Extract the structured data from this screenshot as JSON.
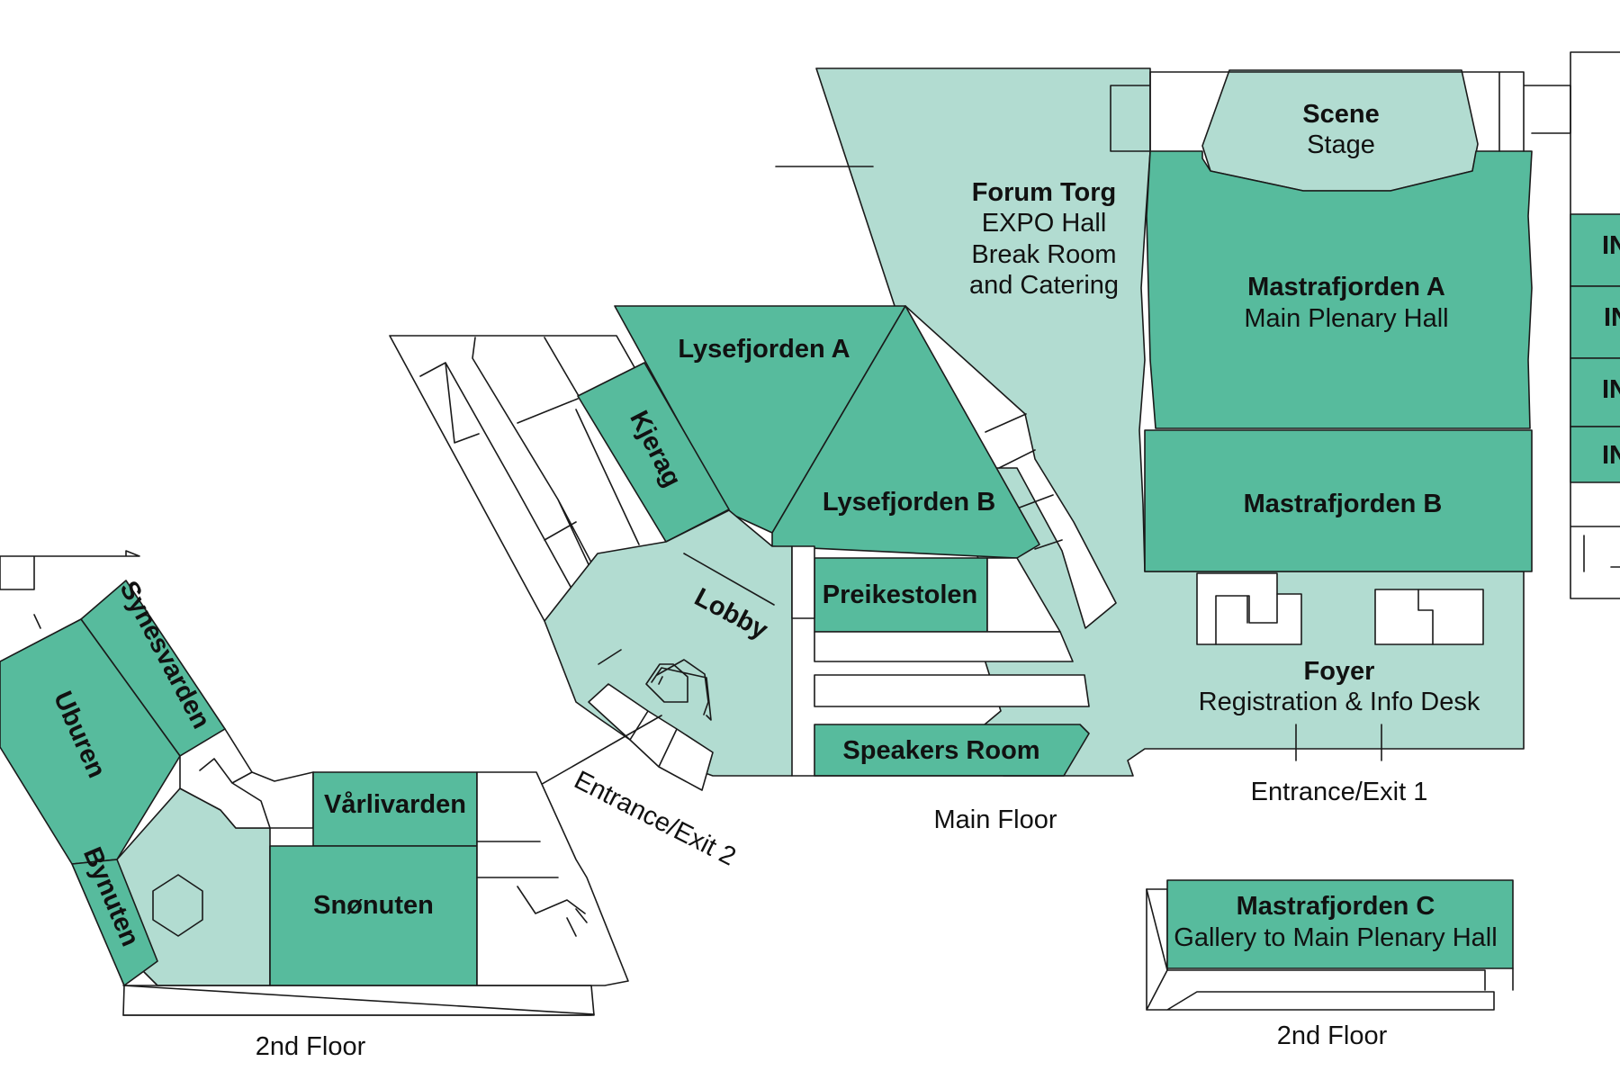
{
  "colors": {
    "room": "#57bb9d",
    "common_area": "#b2dcd1",
    "outline": "#1a1a1a",
    "background": "#ffffff"
  },
  "rooms": {
    "scene": {
      "name": "Scene",
      "sub": "Stage"
    },
    "forum_torg": {
      "name": "Forum Torg",
      "sub1": "EXPO Hall",
      "sub2": "Break Room",
      "sub3": "and Catering"
    },
    "mastrafjorden_a": {
      "name": "Mastrafjorden A",
      "sub": "Main Plenary Hall"
    },
    "mastrafjorden_b": {
      "name": "Mastrafjorden B"
    },
    "mastrafjorden_c": {
      "name": "Mastrafjorden C",
      "sub": "Gallery to Main Plenary Hall"
    },
    "foyer": {
      "name": "Foyer",
      "sub": "Registration & Info Desk"
    },
    "lysefjorden_a": {
      "name": "Lysefjorden A"
    },
    "lysefjorden_b": {
      "name": "Lysefjorden B"
    },
    "kjerag": {
      "name": "Kjerag"
    },
    "lobby": {
      "name": "Lobby"
    },
    "preikestolen": {
      "name": "Preikestolen"
    },
    "speakers_room": {
      "name": "Speakers Room"
    },
    "synesvarden": {
      "name": "Synesvarden"
    },
    "uburen": {
      "name": "Uburen"
    },
    "bynuten": {
      "name": "Bynuten"
    },
    "varlivarden": {
      "name": "Vårlivarden"
    },
    "snonuten": {
      "name": "Snønuten"
    },
    "in_rooms": [
      "IN",
      "IN",
      "IN",
      "IN"
    ]
  },
  "labels": {
    "entrance_1": "Entrance/Exit 1",
    "entrance_2": "Entrance/Exit 2",
    "main_floor": "Main Floor",
    "second_floor_left": "2nd Floor",
    "second_floor_right": "2nd Floor"
  }
}
